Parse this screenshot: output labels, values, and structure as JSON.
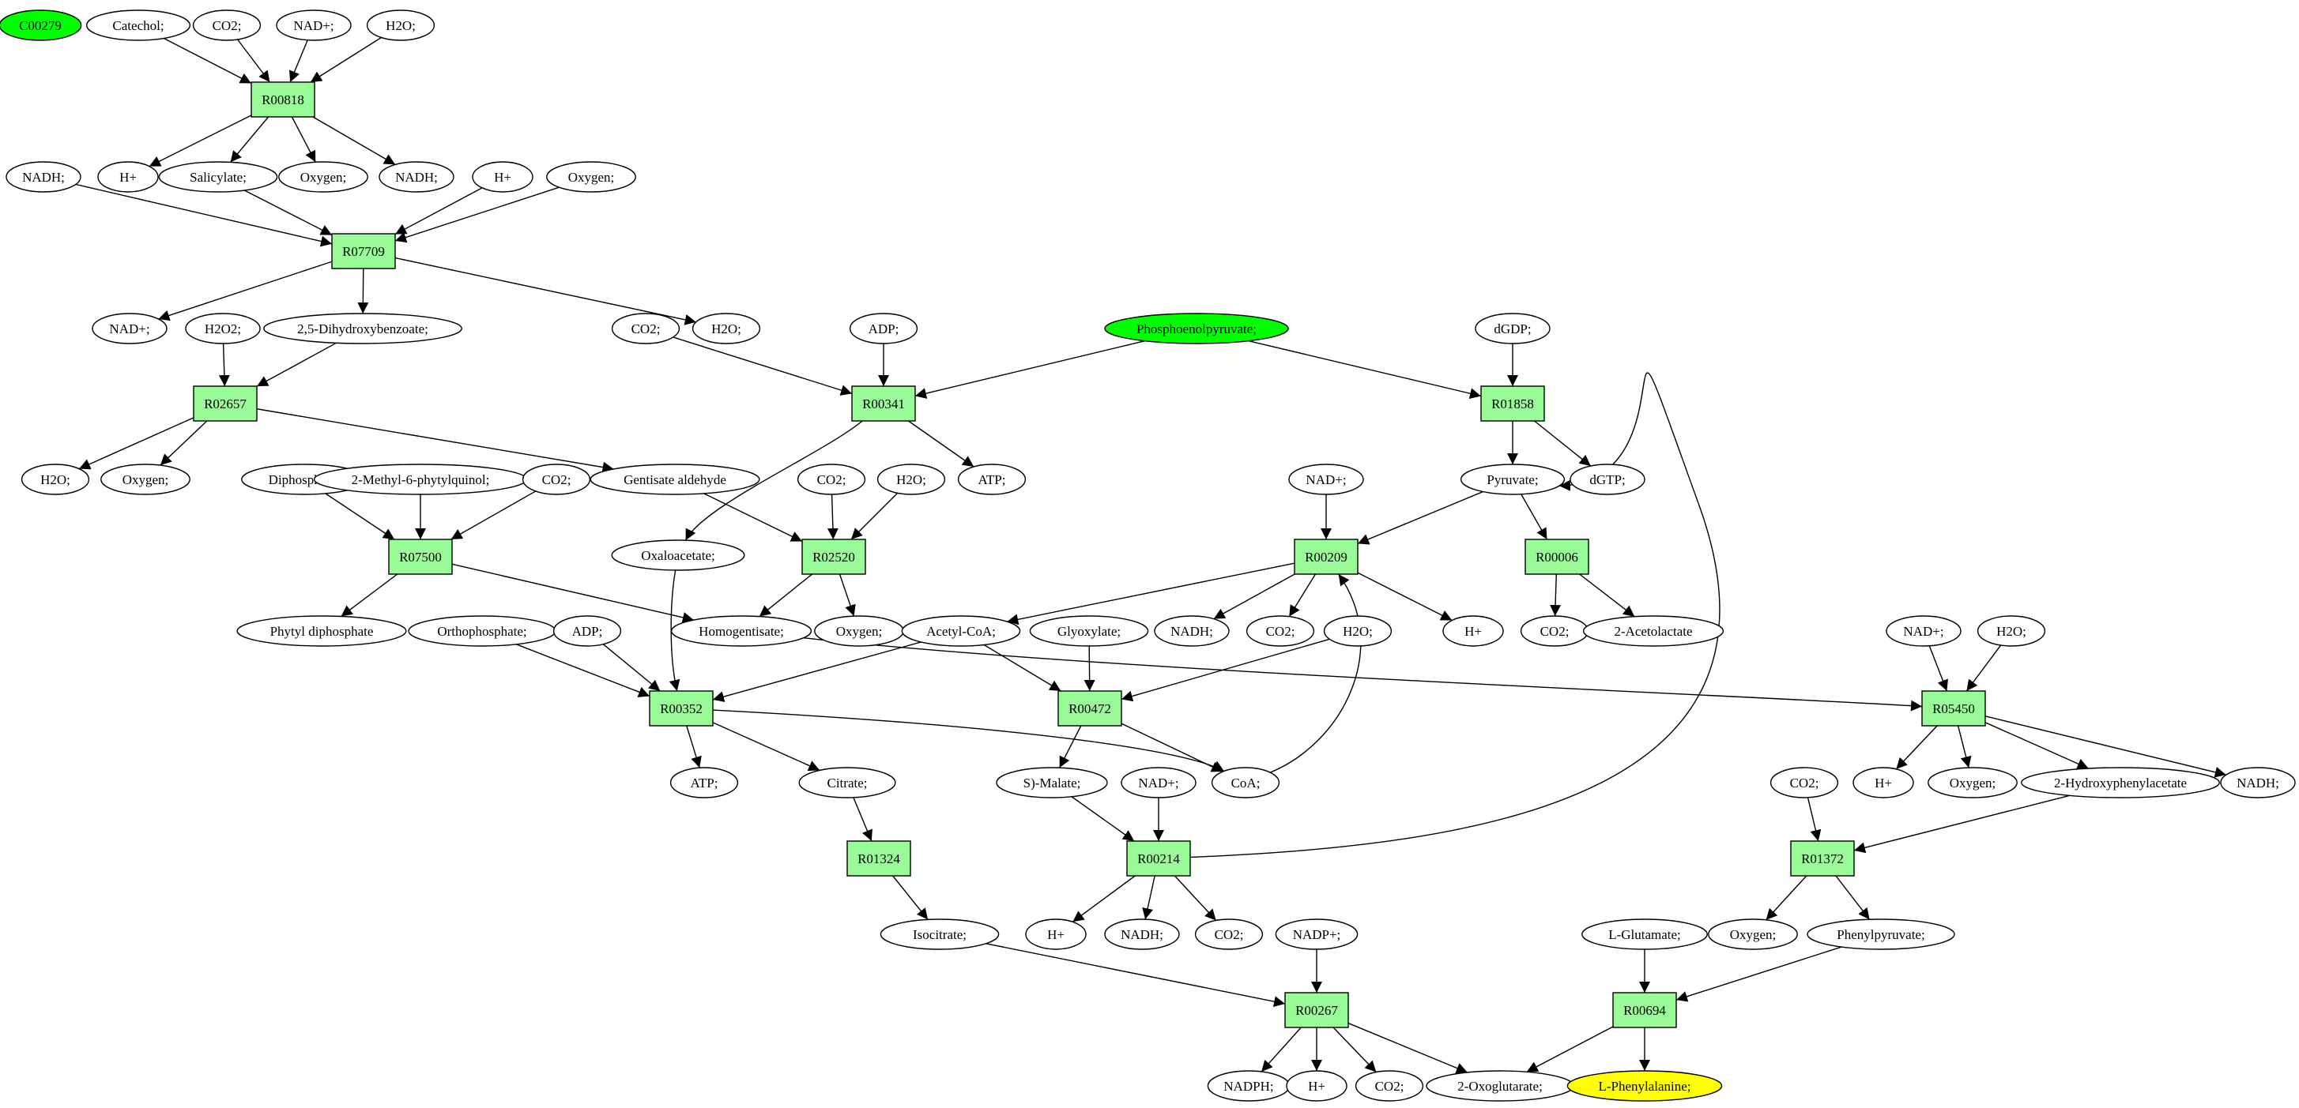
{
  "colors": {
    "reaction_fill": "#98fb98",
    "metabolite_fill": "#ffffff",
    "source_fill": "#00ff00",
    "target_fill": "#ffff00",
    "stroke": "#000000"
  },
  "icons": {
    "edge_head": "arrowhead-icon"
  },
  "reactions": [
    {
      "id": "R00818",
      "label": "R00818"
    },
    {
      "id": "R07709",
      "label": "R07709"
    },
    {
      "id": "R02657",
      "label": "R02657"
    },
    {
      "id": "R07500",
      "label": "R07500"
    },
    {
      "id": "R00341",
      "label": "R00341"
    },
    {
      "id": "R02520",
      "label": "R02520"
    },
    {
      "id": "R01858",
      "label": "R01858"
    },
    {
      "id": "R00209",
      "label": "R00209"
    },
    {
      "id": "R00006",
      "label": "R00006"
    },
    {
      "id": "R00352",
      "label": "R00352"
    },
    {
      "id": "R00472",
      "label": "R00472"
    },
    {
      "id": "R05450",
      "label": "R05450"
    },
    {
      "id": "R01324",
      "label": "R01324"
    },
    {
      "id": "R00214",
      "label": "R00214"
    },
    {
      "id": "R01372",
      "label": "R01372"
    },
    {
      "id": "R00267",
      "label": "R00267"
    },
    {
      "id": "R00694",
      "label": "R00694"
    }
  ],
  "metabolites": [
    {
      "id": "c00279",
      "label": "C00279",
      "kind": "source"
    },
    {
      "id": "catechol",
      "label": "Catechol;"
    },
    {
      "id": "co2_a",
      "label": "CO2;"
    },
    {
      "id": "nad_a",
      "label": "NAD+;"
    },
    {
      "id": "h2o_a",
      "label": "H2O;"
    },
    {
      "id": "nadh_b",
      "label": "NADH;"
    },
    {
      "id": "hplus_a",
      "label": "H+"
    },
    {
      "id": "salicylate",
      "label": "Salicylate;"
    },
    {
      "id": "oxygen_a",
      "label": "Oxygen;"
    },
    {
      "id": "nadh_a",
      "label": "NADH;"
    },
    {
      "id": "hplus_b",
      "label": "H+"
    },
    {
      "id": "oxygen_b",
      "label": "Oxygen;"
    },
    {
      "id": "nad_b",
      "label": "NAD+;"
    },
    {
      "id": "h2o2",
      "label": "H2O2;"
    },
    {
      "id": "dhb",
      "label": "2,5-Dihydroxybenzoate;"
    },
    {
      "id": "co2_b",
      "label": "CO2;"
    },
    {
      "id": "h2o_b",
      "label": "H2O;"
    },
    {
      "id": "adp_a",
      "label": "ADP;"
    },
    {
      "id": "pep",
      "label": "Phosphoenolpyruvate;",
      "kind": "source"
    },
    {
      "id": "dgdp",
      "label": "dGDP;"
    },
    {
      "id": "h2o_c",
      "label": "H2O;"
    },
    {
      "id": "oxygen_c",
      "label": "Oxygen;"
    },
    {
      "id": "diphosphate",
      "label": "Diphosphate;"
    },
    {
      "id": "mpq",
      "label": "2-Methyl-6-phytylquinol;"
    },
    {
      "id": "co2_c",
      "label": "CO2;"
    },
    {
      "id": "gentisald",
      "label": "Gentisate aldehyde"
    },
    {
      "id": "co2_d",
      "label": "CO2;"
    },
    {
      "id": "h2o_d",
      "label": "H2O;"
    },
    {
      "id": "atp_a",
      "label": "ATP;"
    },
    {
      "id": "nad_c",
      "label": "NAD+;"
    },
    {
      "id": "pyruvate",
      "label": "Pyruvate;"
    },
    {
      "id": "dgtp",
      "label": "dGTP;"
    },
    {
      "id": "oxaloacetate",
      "label": "Oxaloacetate;"
    },
    {
      "id": "phytyldp",
      "label": "Phytyl diphosphate"
    },
    {
      "id": "orthophosphate",
      "label": "Orthophosphate;"
    },
    {
      "id": "adp_b",
      "label": "ADP;"
    },
    {
      "id": "homogentisate",
      "label": "Homogentisate;"
    },
    {
      "id": "oxygen_d",
      "label": "Oxygen;"
    },
    {
      "id": "acetylcoa",
      "label": "Acetyl-CoA;"
    },
    {
      "id": "glyoxylate",
      "label": "Glyoxylate;"
    },
    {
      "id": "nadh_c",
      "label": "NADH;"
    },
    {
      "id": "co2_e",
      "label": "CO2;"
    },
    {
      "id": "h2o_e",
      "label": "H2O;"
    },
    {
      "id": "hplus_c",
      "label": "H+"
    },
    {
      "id": "co2_f",
      "label": "CO2;"
    },
    {
      "id": "acetolactate",
      "label": "2-Acetolactate"
    },
    {
      "id": "nad_d",
      "label": "NAD+;"
    },
    {
      "id": "h2o_f",
      "label": "H2O;"
    },
    {
      "id": "atp_b",
      "label": "ATP;"
    },
    {
      "id": "citrate",
      "label": "Citrate;"
    },
    {
      "id": "smalate",
      "label": "S)-Malate;"
    },
    {
      "id": "nad_e",
      "label": "NAD+;"
    },
    {
      "id": "coa",
      "label": "CoA;"
    },
    {
      "id": "hplus_d",
      "label": "H+"
    },
    {
      "id": "oxygen_e",
      "label": "Oxygen;"
    },
    {
      "id": "hpa",
      "label": "2-Hydroxyphenylacetate"
    },
    {
      "id": "nadh_d",
      "label": "NADH;"
    },
    {
      "id": "co2_g",
      "label": "CO2;"
    },
    {
      "id": "isocitrate",
      "label": "Isocitrate;"
    },
    {
      "id": "nadp",
      "label": "NADP+;"
    },
    {
      "id": "lglutamate",
      "label": "L-Glutamate;"
    },
    {
      "id": "oxygen_f",
      "label": "Oxygen;"
    },
    {
      "id": "phenylpyruvate",
      "label": "Phenylpyruvate;"
    },
    {
      "id": "hplus_e",
      "label": "H+"
    },
    {
      "id": "nadh_e",
      "label": "NADH;"
    },
    {
      "id": "co2_h",
      "label": "CO2;"
    },
    {
      "id": "nadph",
      "label": "NADPH;"
    },
    {
      "id": "hplus_f",
      "label": "H+"
    },
    {
      "id": "co2_i",
      "label": "CO2;"
    },
    {
      "id": "oxoglutarate",
      "label": "2-Oxoglutarate;"
    },
    {
      "id": "lphe",
      "label": "L-Phenylalanine;",
      "kind": "target"
    }
  ],
  "edges": [
    [
      "catechol",
      "R00818"
    ],
    [
      "co2_a",
      "R00818"
    ],
    [
      "nad_a",
      "R00818"
    ],
    [
      "h2o_a",
      "R00818"
    ],
    [
      "R00818",
      "hplus_a"
    ],
    [
      "R00818",
      "salicylate"
    ],
    [
      "R00818",
      "oxygen_a"
    ],
    [
      "R00818",
      "nadh_a"
    ],
    [
      "nadh_b",
      "R07709"
    ],
    [
      "salicylate",
      "R07709"
    ],
    [
      "hplus_b",
      "R07709"
    ],
    [
      "oxygen_b",
      "R07709"
    ],
    [
      "R07709",
      "nad_b"
    ],
    [
      "R07709",
      "dhb"
    ],
    [
      "R07709",
      "h2o_b"
    ],
    [
      "h2o2",
      "R02657"
    ],
    [
      "dhb",
      "R02657"
    ],
    [
      "R02657",
      "h2o_c"
    ],
    [
      "R02657",
      "oxygen_c"
    ],
    [
      "R02657",
      "gentisald"
    ],
    [
      "co2_b",
      "R00341"
    ],
    [
      "adp_a",
      "R00341"
    ],
    [
      "pep",
      "R00341"
    ],
    [
      "R00341",
      "atp_a"
    ],
    [
      "R00341",
      "oxaloacetate"
    ],
    [
      "pep",
      "R01858"
    ],
    [
      "dgdp",
      "R01858"
    ],
    [
      "R01858",
      "pyruvate"
    ],
    [
      "R01858",
      "dgtp"
    ],
    [
      "diphosphate",
      "R07500"
    ],
    [
      "mpq",
      "R07500"
    ],
    [
      "co2_c",
      "R07500"
    ],
    [
      "R07500",
      "phytyldp"
    ],
    [
      "R07500",
      "homogentisate"
    ],
    [
      "gentisald",
      "R02520"
    ],
    [
      "co2_d",
      "R02520"
    ],
    [
      "h2o_d",
      "R02520"
    ],
    [
      "R02520",
      "homogentisate"
    ],
    [
      "R02520",
      "oxygen_d"
    ],
    [
      "nad_c",
      "R00209"
    ],
    [
      "pyruvate",
      "R00209"
    ],
    [
      "coa",
      "R00209"
    ],
    [
      "R00209",
      "acetylcoa"
    ],
    [
      "R00209",
      "nadh_c"
    ],
    [
      "R00209",
      "co2_e"
    ],
    [
      "R00209",
      "hplus_c"
    ],
    [
      "pyruvate",
      "R00006"
    ],
    [
      "R00006",
      "co2_f"
    ],
    [
      "R00006",
      "acetolactate"
    ],
    [
      "orthophosphate",
      "R00352"
    ],
    [
      "adp_b",
      "R00352"
    ],
    [
      "oxaloacetate",
      "R00352"
    ],
    [
      "acetylcoa",
      "R00352"
    ],
    [
      "R00352",
      "atp_b"
    ],
    [
      "R00352",
      "citrate"
    ],
    [
      "R00352",
      "coa"
    ],
    [
      "glyoxylate",
      "R00472"
    ],
    [
      "acetylcoa",
      "R00472"
    ],
    [
      "h2o_e",
      "R00472"
    ],
    [
      "R00472",
      "smalate"
    ],
    [
      "R00472",
      "coa"
    ],
    [
      "homogentisate",
      "R05450"
    ],
    [
      "nad_d",
      "R05450"
    ],
    [
      "h2o_f",
      "R05450"
    ],
    [
      "R05450",
      "hplus_d"
    ],
    [
      "R05450",
      "oxygen_e"
    ],
    [
      "R05450",
      "hpa"
    ],
    [
      "R05450",
      "nadh_d"
    ],
    [
      "citrate",
      "R01324"
    ],
    [
      "R01324",
      "isocitrate"
    ],
    [
      "smalate",
      "R00214"
    ],
    [
      "nad_e",
      "R00214"
    ],
    [
      "R00214",
      "hplus_e"
    ],
    [
      "R00214",
      "nadh_e"
    ],
    [
      "R00214",
      "co2_h"
    ],
    [
      "R00214",
      "pyruvate"
    ],
    [
      "co2_g",
      "R01372"
    ],
    [
      "hpa",
      "R01372"
    ],
    [
      "R01372",
      "oxygen_f"
    ],
    [
      "R01372",
      "phenylpyruvate"
    ],
    [
      "isocitrate",
      "R00267"
    ],
    [
      "nadp",
      "R00267"
    ],
    [
      "R00267",
      "nadph"
    ],
    [
      "R00267",
      "hplus_f"
    ],
    [
      "R00267",
      "co2_i"
    ],
    [
      "R00267",
      "oxoglutarate"
    ],
    [
      "lglutamate",
      "R00694"
    ],
    [
      "phenylpyruvate",
      "R00694"
    ],
    [
      "R00694",
      "oxoglutarate"
    ],
    [
      "R00694",
      "lphe"
    ]
  ]
}
